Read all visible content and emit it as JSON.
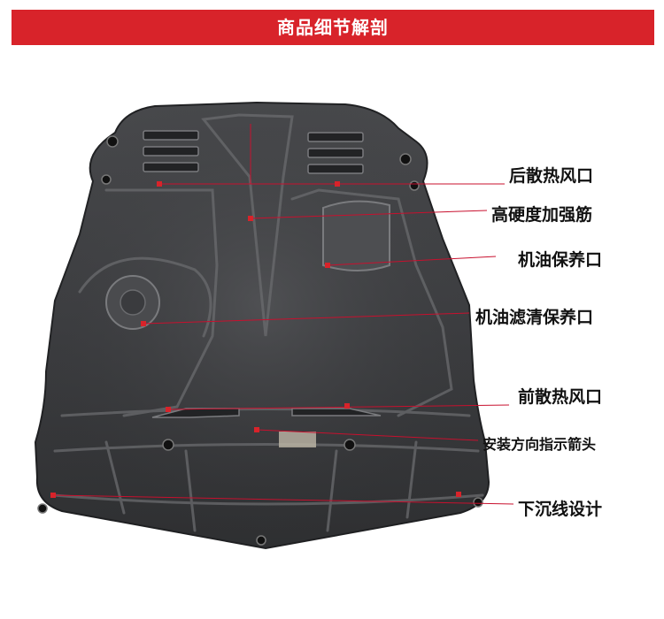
{
  "header": {
    "title": "商品细节解剖"
  },
  "colors": {
    "banner": "#d8232a",
    "callout_line": "#c8102e",
    "plate": "#3e3f42"
  },
  "callouts": [
    {
      "label": "后散热风口"
    },
    {
      "label": "高硬度加强筋"
    },
    {
      "label": "机油保养口"
    },
    {
      "label": "机油滤清保养口"
    },
    {
      "label": "前散热风口"
    },
    {
      "label": "安装方向指示箭头"
    },
    {
      "label": "下沉线设计"
    }
  ]
}
